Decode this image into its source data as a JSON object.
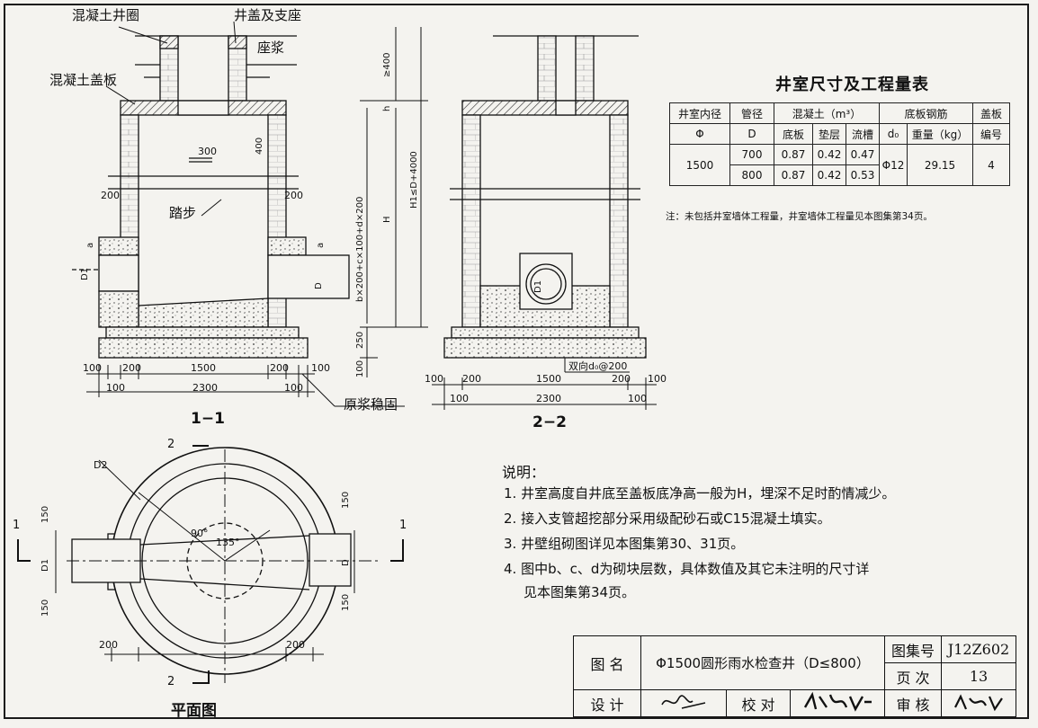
{
  "labels": {
    "ring": "混凝土井圈",
    "cover": "井盖及支座",
    "mortar": "座浆",
    "slab": "混凝土盖板",
    "step": "踏步",
    "grout": "原浆稳固",
    "rebar_note": "双向d₀@200"
  },
  "dims": {
    "d100": "100",
    "d200": "200",
    "d250": "250",
    "d300": "300",
    "d400": "400",
    "d150": "150",
    "d1500": "1500",
    "d2300": "2300",
    "ge400": "≥400",
    "h": "h",
    "H": "H",
    "formula": "b×200+c×100+d×200",
    "H1": "H1≤D+4000",
    "D": "D",
    "D1": "D1",
    "D2": "D2",
    "a": "a",
    "ang90": "90°",
    "ang135": "135°"
  },
  "sections": {
    "s11": "1−1",
    "s22": "2−2",
    "plan": "平面图",
    "m1": "1",
    "m2": "2"
  },
  "table": {
    "title": "井室尺寸及工程量表",
    "h_diam": "井室内径",
    "h_pipe": "管径",
    "h_concrete": "混凝土（m³）",
    "h_rebar": "底板钢筋",
    "h_cover": "盖板",
    "s_phi": "Φ",
    "s_D": "D",
    "s_base": "底板",
    "s_cushion": "垫层",
    "s_channel": "流槽",
    "s_d0": "d₀",
    "s_weight": "重量（kg）",
    "s_no": "编号",
    "diam": "1500",
    "rows": [
      {
        "pipe": "700",
        "base": "0.87",
        "cushion": "0.42",
        "channel": "0.47"
      },
      {
        "pipe": "800",
        "base": "0.87",
        "cushion": "0.42",
        "channel": "0.53"
      }
    ],
    "d0": "Φ12",
    "weight": "29.15",
    "cover_no": "4",
    "note": "注：未包括井室墙体工程量，井室墙体工程量见本图集第34页。"
  },
  "notes": {
    "title": "说明：",
    "n1": "1. 井室高度自井底至盖板底净高一般为H，埋深不足时酌情减少。",
    "n2": "2. 接入支管超挖部分采用级配砂石或C15混凝土填实。",
    "n3": "3. 井壁组砌图详见本图集第30、31页。",
    "n4a": "4. 图中b、c、d为砌块层数，具体数值及其它未注明的尺寸详",
    "n4b": "见本图集第34页。"
  },
  "titleblock": {
    "name_label": "图  名",
    "name": "Φ1500圆形雨水检查井（D≤800）",
    "atlas_label": "图集号",
    "atlas": "J12Z602",
    "page_label": "页  次",
    "page": "13",
    "design_label": "设  计",
    "check_label": "校  对",
    "review_label": "审  核"
  }
}
